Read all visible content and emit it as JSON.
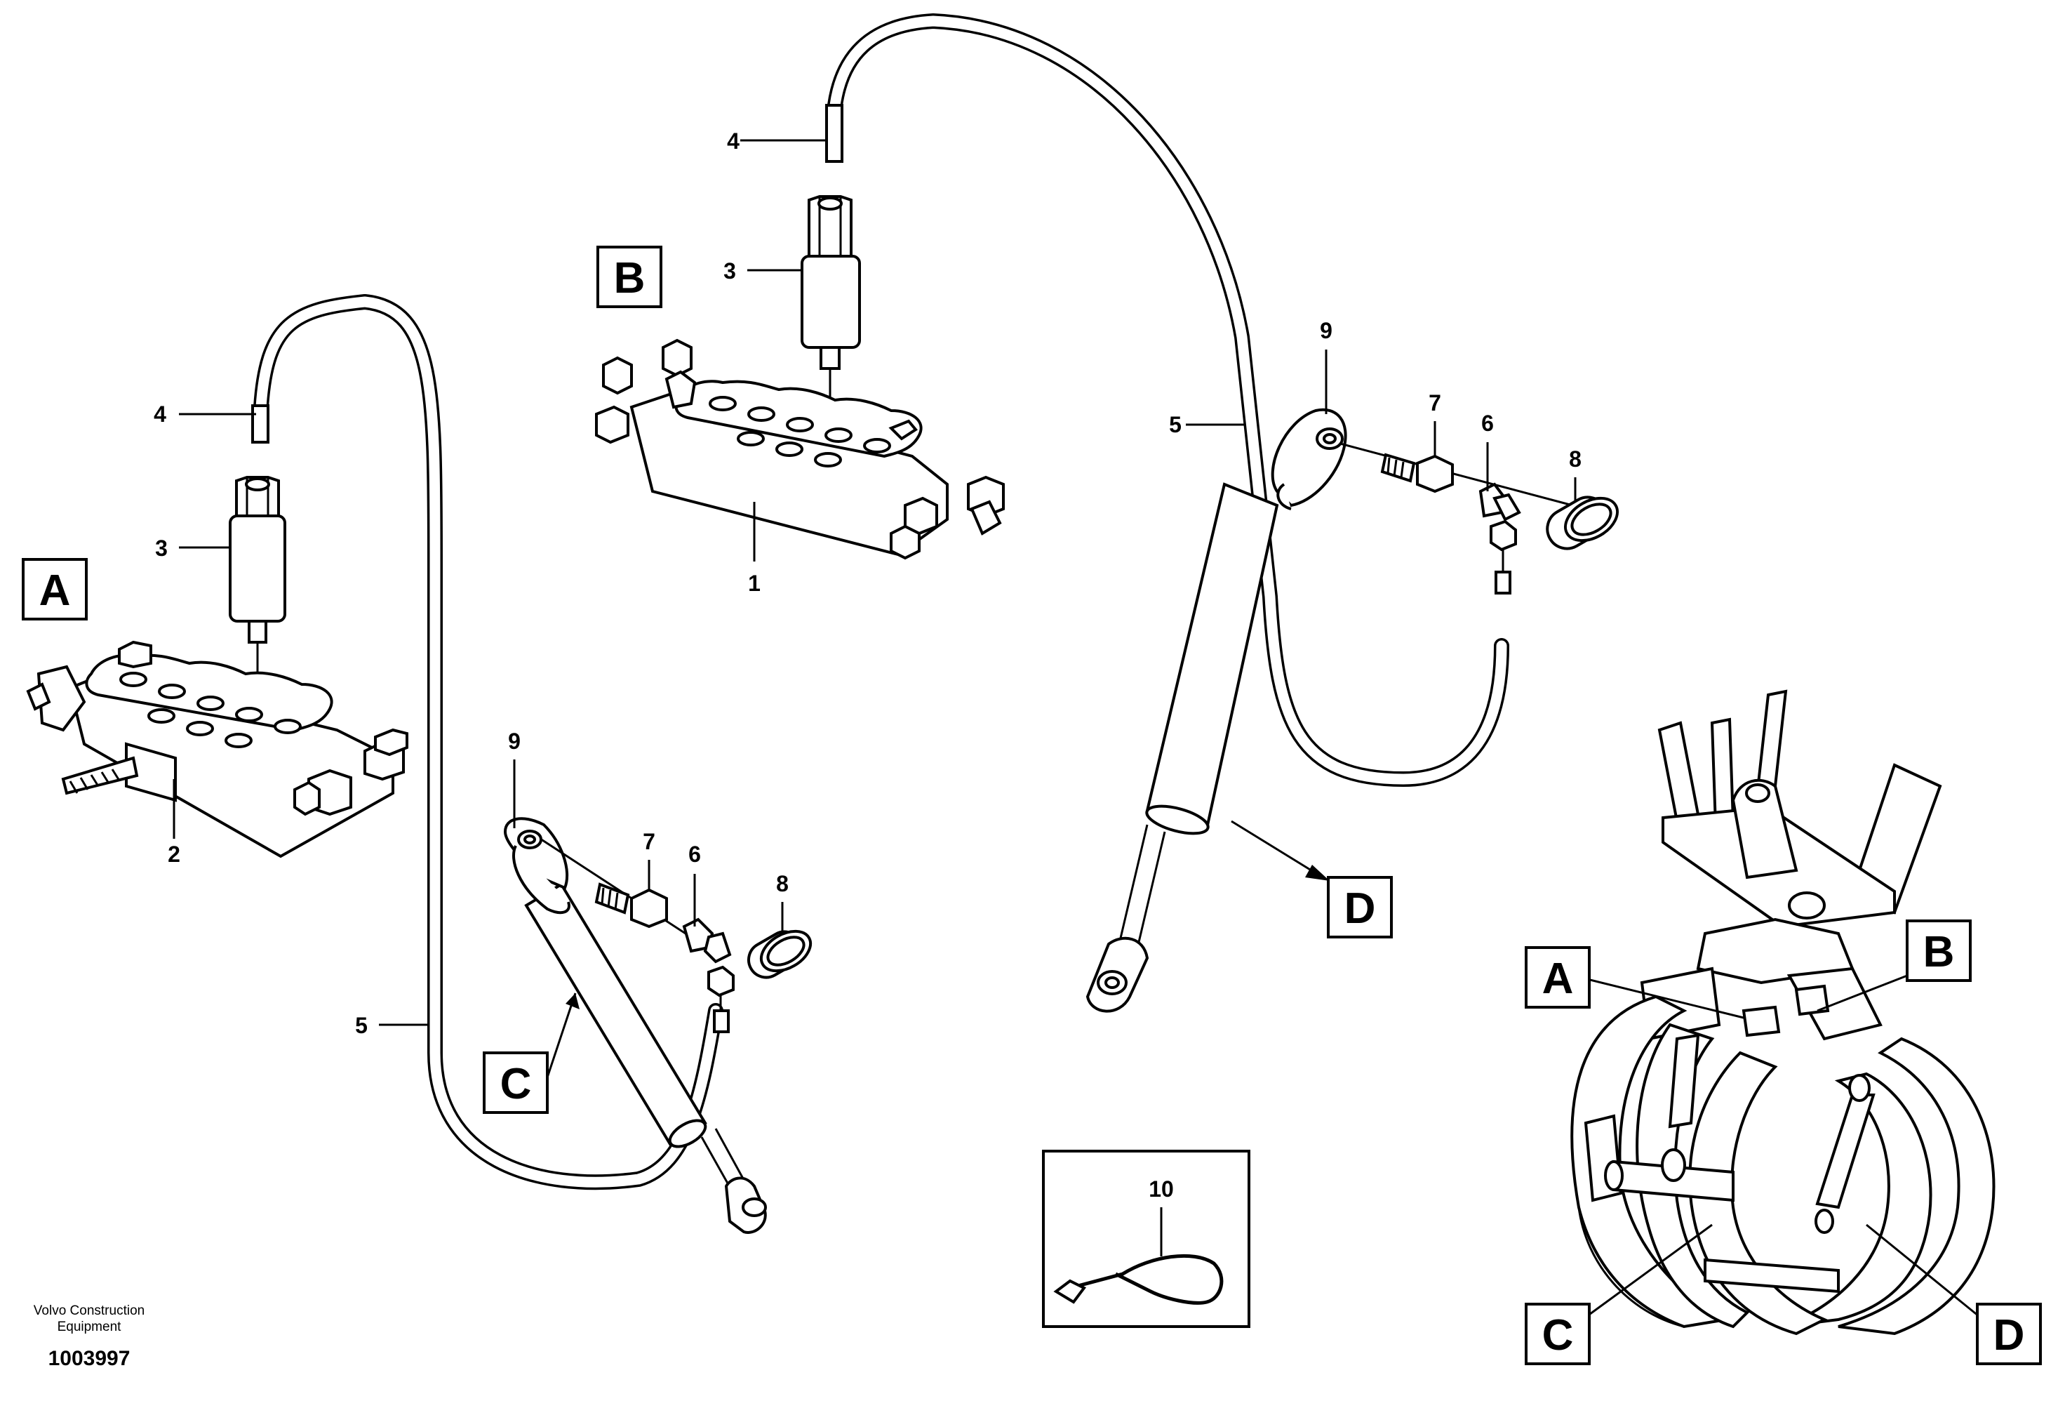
{
  "callouts": {
    "p1": "1",
    "p2": "2",
    "a3": "3",
    "a4": "4",
    "a5": "5",
    "a6": "6",
    "a7": "7",
    "a8": "8",
    "a9": "9",
    "b3": "3",
    "b4": "4",
    "b5": "5",
    "b6": "6",
    "b7": "7",
    "b8": "8",
    "b9": "9",
    "p10": "10"
  },
  "view_letters": {
    "a_main": "A",
    "b_main": "B",
    "c_main": "C",
    "d_main": "D",
    "a_grapple": "A",
    "b_grapple": "B",
    "c_grapple": "C",
    "d_grapple": "D"
  },
  "footer": {
    "company_line1": "Volvo Construction",
    "company_line2": "Equipment",
    "drawing_number": "1003997"
  },
  "colors": {
    "ink": "#000000",
    "paper": "#ffffff"
  }
}
